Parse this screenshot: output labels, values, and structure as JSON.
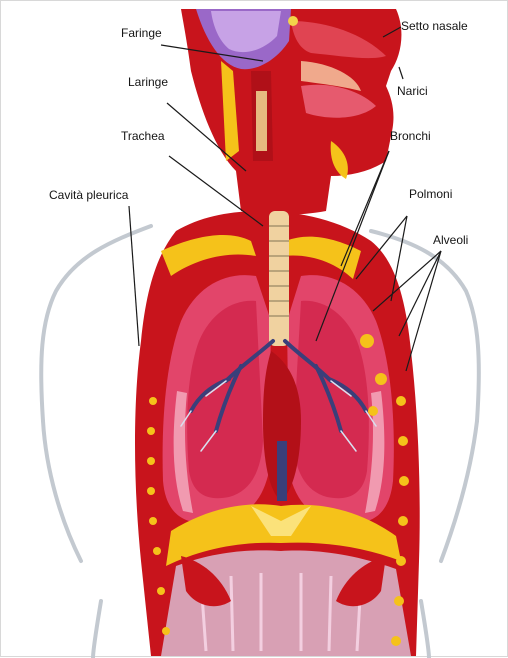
{
  "diagram": {
    "labels": {
      "faringe": "Faringe",
      "setto_nasale": "Setto nasale",
      "laringe": "Laringe",
      "narici": "Narici",
      "trachea": "Trachea",
      "bronchi": "Bronchi",
      "cavita_pleurica": "Cavità pleurica",
      "polmoni": "Polmoni",
      "alveoli": "Alveoli"
    },
    "colors": {
      "tissue_red": "#c8141c",
      "lung_pink": "#e2456a",
      "airway": "#f0d2a0",
      "fat_yellow": "#f5c21a",
      "brain_purple": "#9a68c8",
      "body_outline": "#bfc5cc"
    }
  }
}
